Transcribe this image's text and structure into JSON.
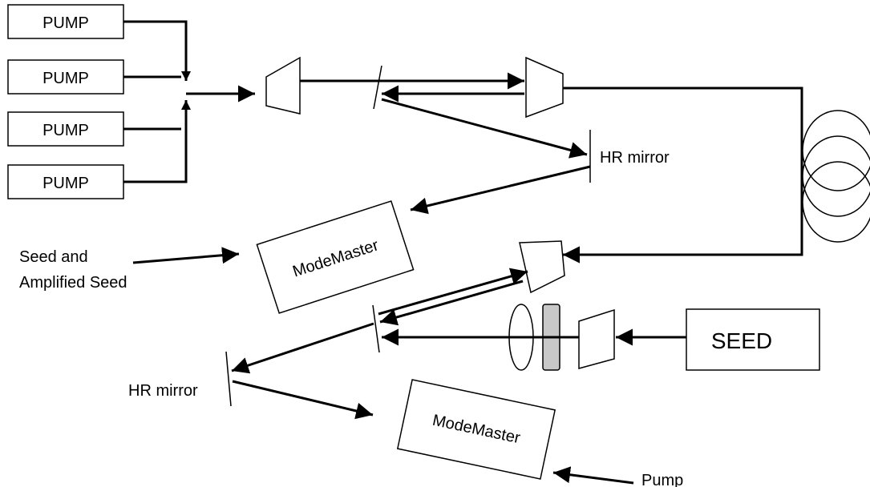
{
  "pumps": [
    "PUMP",
    "PUMP",
    "PUMP",
    "PUMP"
  ],
  "labels": {
    "hr_mirror_top": "HR mirror",
    "hr_mirror_bottom": "HR mirror",
    "modemaster_top": "ModeMaster",
    "modemaster_bottom": "ModeMaster",
    "seed": "SEED",
    "seed_note_line1": "Seed and",
    "seed_note_line2": "Amplified Seed",
    "pump_note": "Pump"
  }
}
